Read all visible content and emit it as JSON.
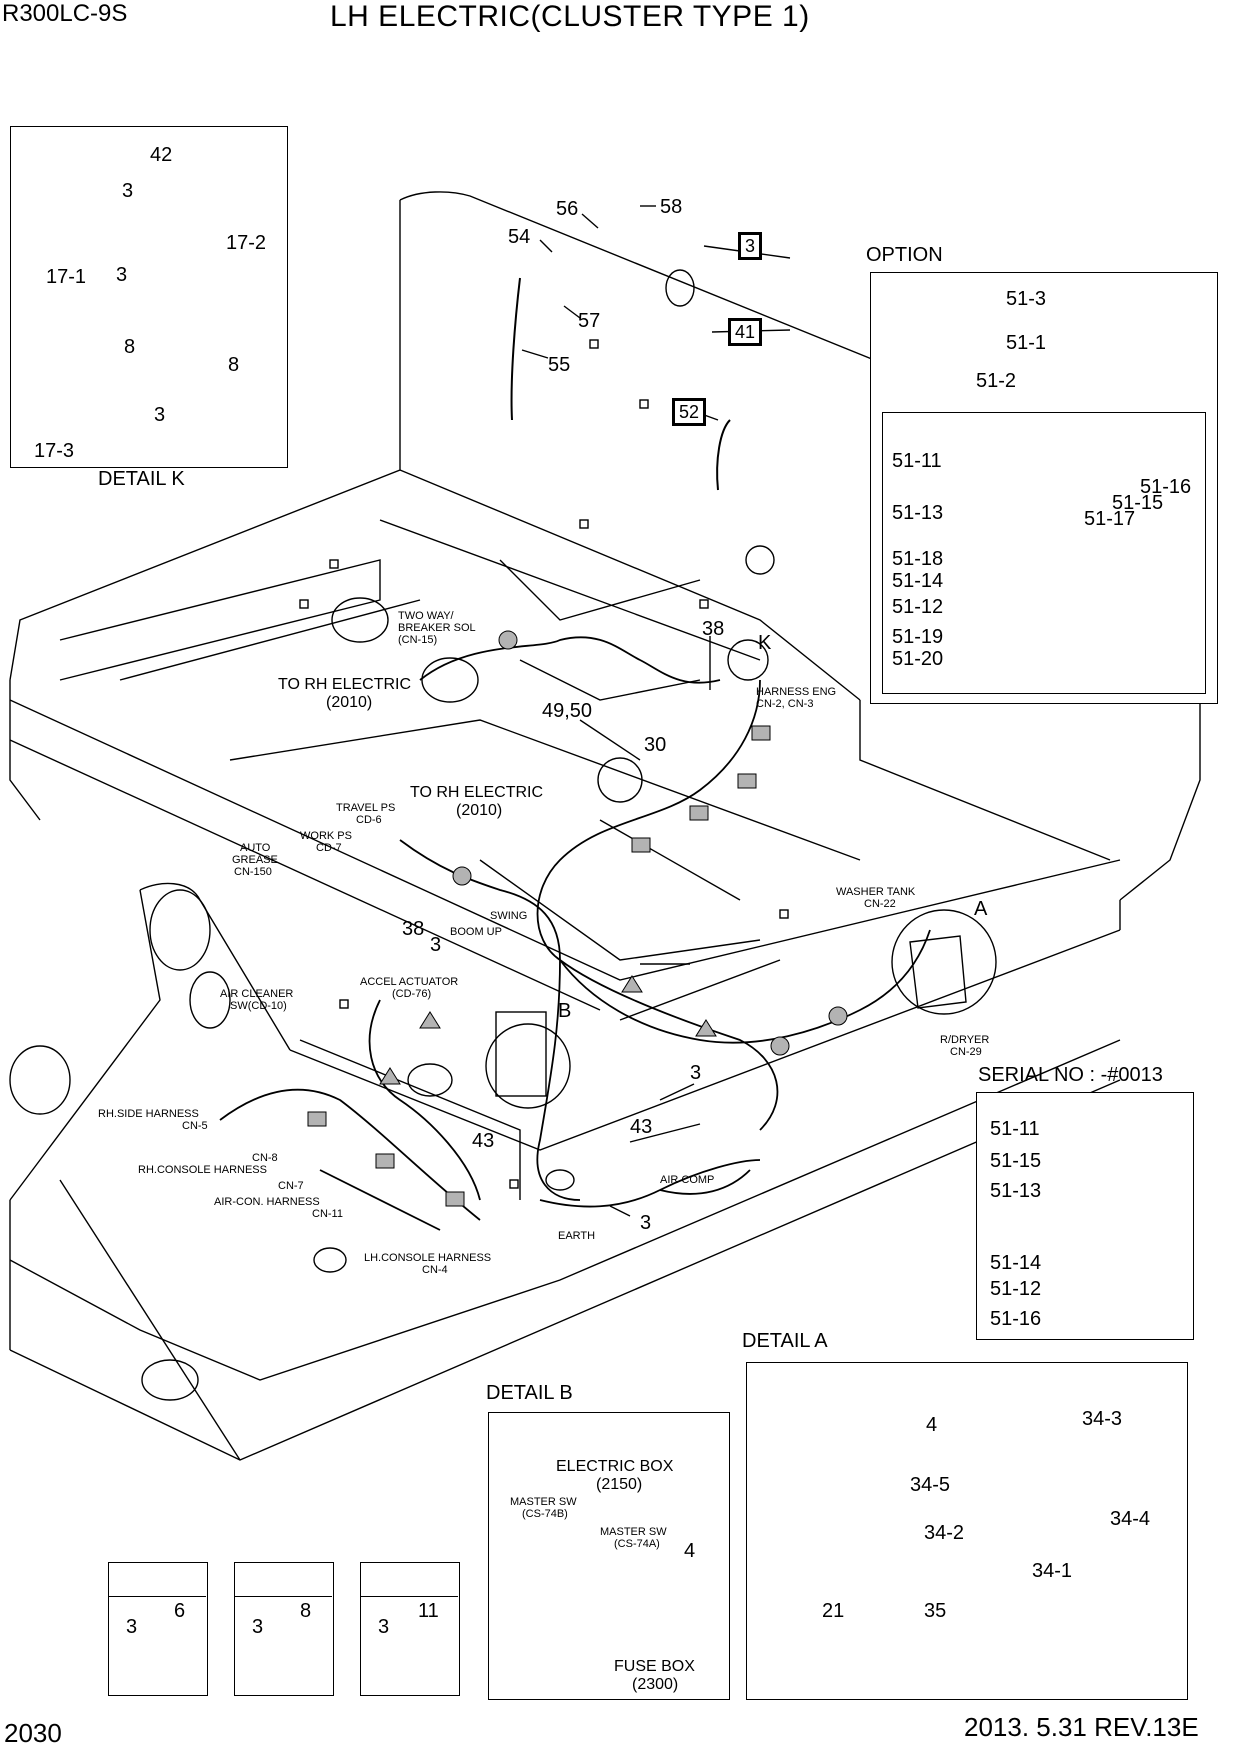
{
  "header": {
    "model": "R300LC-9S",
    "title": "LH ELECTRIC(CLUSTER TYPE 1)"
  },
  "footer": {
    "page_number": "2030",
    "revision": "2013. 5.31  REV.13E"
  },
  "detail_k": {
    "caption": "DETAIL K",
    "labels": [
      "42",
      "3",
      "17-2",
      "17-1",
      "3",
      "8",
      "8",
      "3",
      "17-3"
    ]
  },
  "option": {
    "caption": "OPTION",
    "labels": [
      "51-3",
      "51-1",
      "51-2",
      "51-11",
      "51-16",
      "51-15",
      "51-13",
      "51-17",
      "51-18",
      "51-14",
      "51-12",
      "51-19",
      "51-20"
    ]
  },
  "serial": {
    "caption": "SERIAL NO : -#0013",
    "labels": [
      "51-11",
      "51-15",
      "51-13",
      "51-14",
      "51-12",
      "51-16"
    ]
  },
  "detail_a": {
    "caption": "DETAIL A",
    "labels": [
      "4",
      "34-3",
      "34-5",
      "34-2",
      "34-4",
      "34-1",
      "21",
      "35"
    ]
  },
  "detail_b": {
    "caption": "DETAIL B",
    "electric_box": "ELECTRIC BOX",
    "electric_box_ref": "(2150)",
    "master_sw_1": "MASTER SW",
    "master_sw_1_code": "(CS-74B)",
    "master_sw_2": "MASTER SW",
    "master_sw_2_code": "(CS-74A)",
    "fuse_box": "FUSE BOX",
    "fuse_box_ref": "(2300)",
    "part": "4"
  },
  "legend": [
    {
      "symbol": "circle",
      "left": "3",
      "right": "6"
    },
    {
      "symbol": "square",
      "left": "3",
      "right": "8"
    },
    {
      "symbol": "triangle",
      "left": "3",
      "right": "11"
    }
  ],
  "main": {
    "part_labels": {
      "p56": "56",
      "p58": "58",
      "p54": "54",
      "p57": "57",
      "p55": "55",
      "p3box": "3",
      "p41box": "41",
      "p52box": "52",
      "p38a": "38",
      "pK": "K",
      "p4950": "49,50",
      "p30": "30",
      "p38b": "38",
      "p3b": "3",
      "pB": "B",
      "pA": "A",
      "p3c": "3",
      "p43a": "43",
      "p43b": "43",
      "p3d": "3"
    },
    "connectors": {
      "two_way_1": "TWO WAY/",
      "two_way_2": "BREAKER SOL",
      "two_way_3": "(CN-15)",
      "to_rh_1": "TO RH ELECTRIC",
      "to_rh_1_ref": "(2010)",
      "to_rh_2": "TO RH ELECTRIC",
      "to_rh_2_ref": "(2010)",
      "harness_eng": "HARNESS ENG",
      "harness_eng_code": "CN-2, CN-3",
      "travel_ps": "TRAVEL PS",
      "travel_ps_code": "CD-6",
      "work_ps": "WORK PS",
      "work_ps_code": "CD-7",
      "auto_grease_1": "AUTO",
      "auto_grease_2": "GREASE",
      "auto_grease_code": "CN-150",
      "washer_tank": "WASHER TANK",
      "washer_tank_code": "CN-22",
      "swing_boom_1": "SWING",
      "swing_boom_2": "BOOM UP",
      "accel_actuator": "ACCEL ACTUATOR",
      "accel_actuator_code": "(CD-76)",
      "air_cleaner": "AIR CLEANER",
      "air_cleaner_code": "SW(CD-10)",
      "r_dryer": "R/DRYER",
      "r_dryer_code": "CN-29",
      "rh_side": "RH.SIDE HARNESS",
      "rh_side_code": "CN-5",
      "cn8": "CN-8",
      "rh_console": "RH.CONSOLE HARNESS",
      "cn7": "CN-7",
      "air_con": "AIR-CON. HARNESS",
      "air_con_code": "CN-11",
      "lh_console": "LH.CONSOLE HARNESS",
      "lh_console_code": "CN-4",
      "air_comp": "AIR COMP",
      "earth": "EARTH"
    }
  }
}
